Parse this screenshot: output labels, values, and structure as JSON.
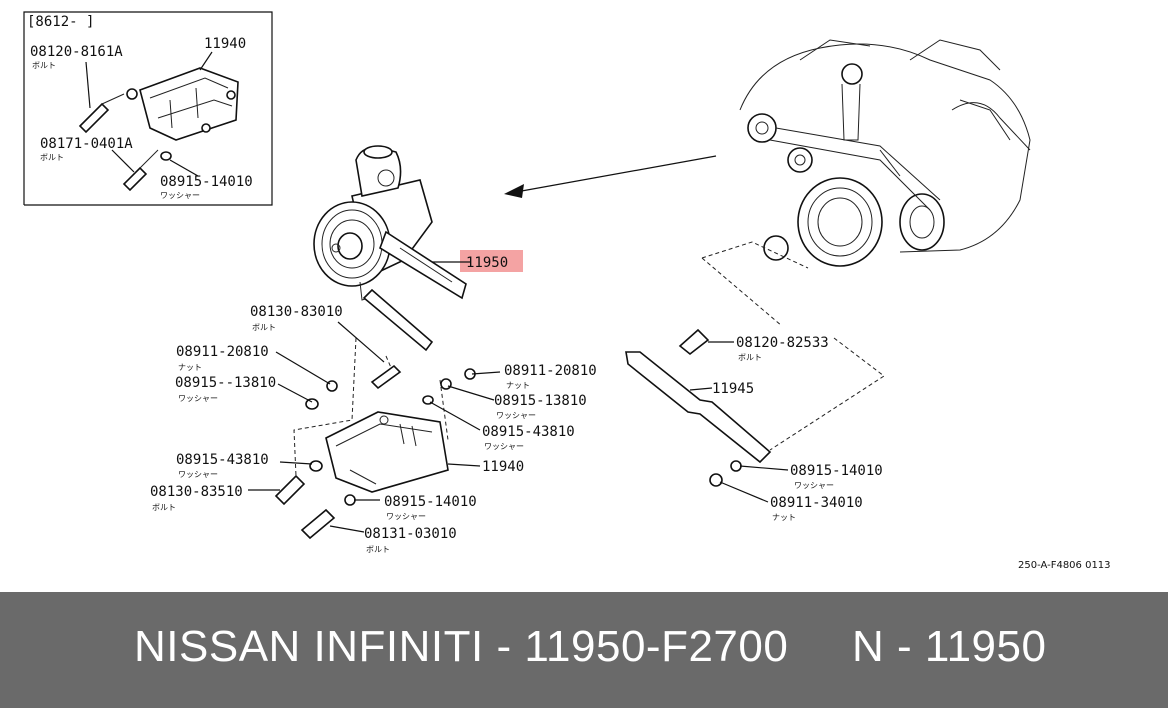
{
  "inset": {
    "code": "[8612-        ]"
  },
  "callouts": {
    "inset_bolt_1": {
      "code": "08120-8161A",
      "sub": "ボルト"
    },
    "inset_bracket": {
      "code": "11940"
    },
    "inset_bolt_2": {
      "code": "08171-0401A",
      "sub": "ボルト"
    },
    "inset_washer": {
      "code": "08915-14010",
      "sub": "ワッシャー"
    },
    "bolt_main": {
      "code": "08130-83010",
      "sub": "ボルト"
    },
    "nut_left": {
      "code": "08911-20810",
      "sub": "ナット"
    },
    "washer_left": {
      "code": "08915--13810",
      "sub": "ワッシャー"
    },
    "nut_right": {
      "code": "08911-20810",
      "sub": "ナット"
    },
    "washer_right_1": {
      "code": "08915-13810",
      "sub": "ワッシャー"
    },
    "washer_right_2": {
      "code": "08915-43810",
      "sub": "ワッシャー"
    },
    "washer_lower_left": {
      "code": "08915-43810",
      "sub": "ワッシャー"
    },
    "bracket_main": {
      "code": "11940"
    },
    "bolt_lower_left": {
      "code": "08130-83510",
      "sub": "ボルト"
    },
    "washer_lower_mid": {
      "code": "08915-14010",
      "sub": "ワッシャー"
    },
    "bolt_bottom": {
      "code": "08131-03010",
      "sub": "ボルト"
    },
    "bolt_adjust": {
      "code": "08120-82533",
      "sub": "ボルト"
    },
    "adjust_bar": {
      "code": "11945"
    },
    "washer_adjust": {
      "code": "08915-14010",
      "sub": "ワッシャー"
    },
    "nut_adjust": {
      "code": "08911-34010",
      "sub": "ナット"
    },
    "highlighted_part": {
      "code": "11950"
    }
  },
  "figure_ref": "250-A-F4806 0113",
  "highlight_color": "#f4a3a3",
  "footer": {
    "left": "NISSAN INFINITI - 11950-F2700",
    "right": "N - 11950",
    "background": "#6a6a6a"
  }
}
